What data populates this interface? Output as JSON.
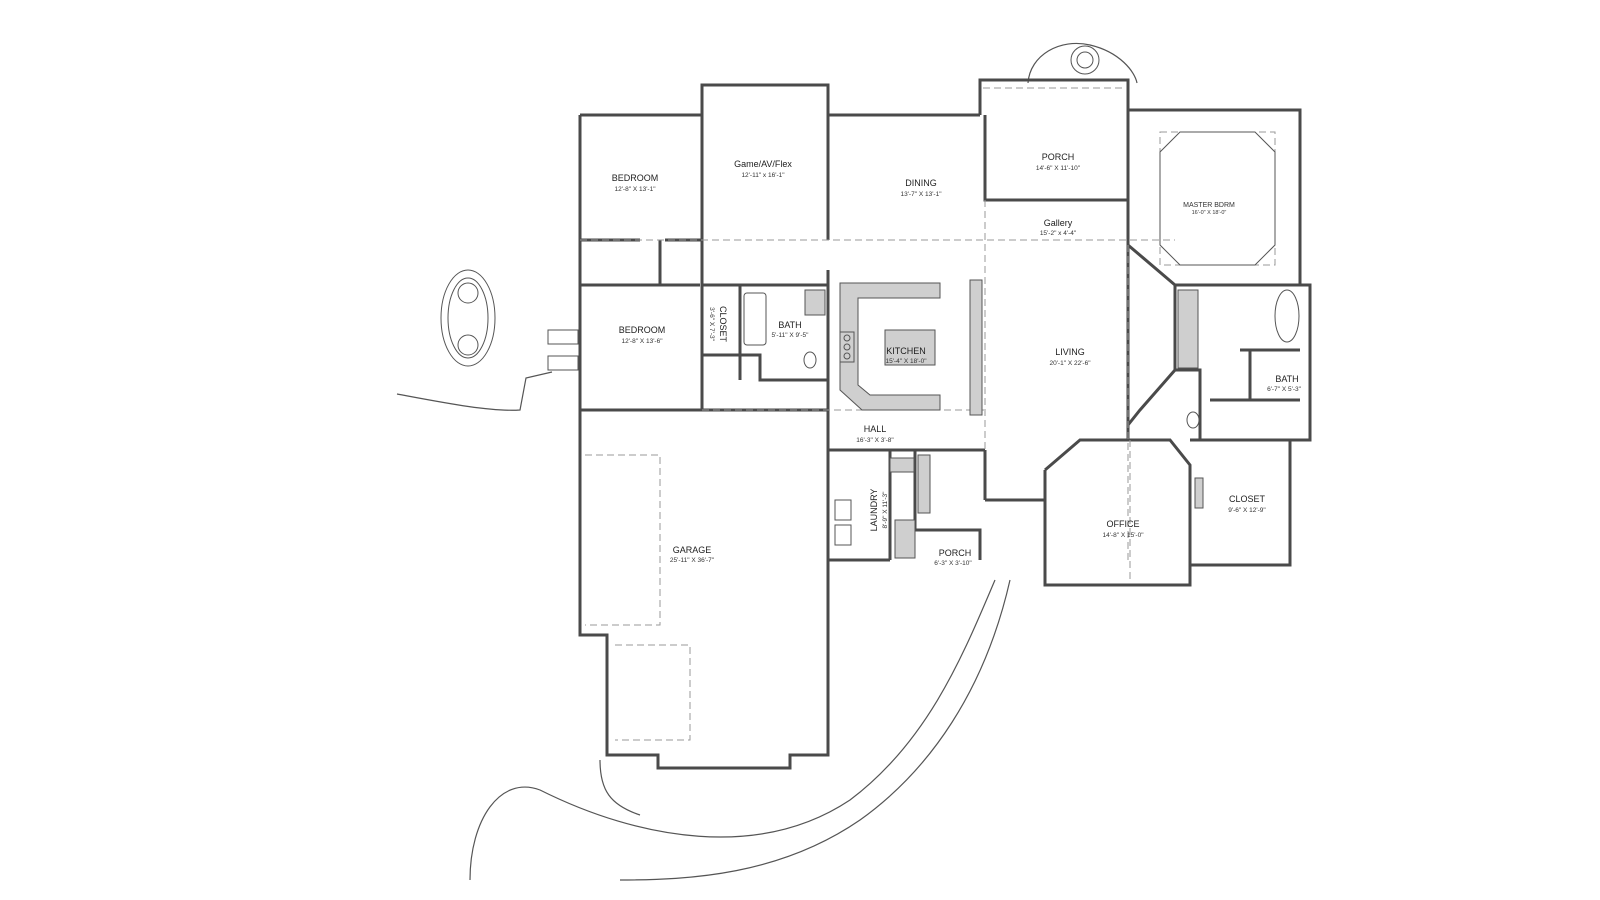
{
  "rooms": {
    "bedroom_1": {
      "name": "BEDROOM",
      "size": "12'-8\" X 13'-1\""
    },
    "game": {
      "name": "Game/AV/Flex",
      "size": "12'-11\" x 16'-1\""
    },
    "dining": {
      "name": "DINING",
      "size": "13'-7\" X 13'-1\""
    },
    "porch_top": {
      "name": "PORCH",
      "size": "14'-6\" X 11'-10\""
    },
    "master": {
      "name": "MASTER BDRM",
      "size": "16'-0\" X 18'-0\""
    },
    "gallery": {
      "name": "Gallery",
      "size": "15'-2\" x 4'-4\""
    },
    "bedroom_2": {
      "name": "BEDROOM",
      "size": "12'-8\" X 13'-6\""
    },
    "closet_small": {
      "name": "CLOSET",
      "size": "3'-6\" X 7'-3\""
    },
    "bath_1": {
      "name": "BATH",
      "size": "5'-11\" X 9'-5\""
    },
    "kitchen": {
      "name": "KITCHEN",
      "size": "15'-4\" X 18'-0\""
    },
    "living": {
      "name": "LIVING",
      "size": "20'-1\" X 22'-6\""
    },
    "bath_2": {
      "name": "BATH",
      "size": "6'-7\" X 5'-3\""
    },
    "hall": {
      "name": "HALL",
      "size": "16'-3\" X 3'-8\""
    },
    "laundry": {
      "name": "LAUNDRY",
      "size": "8'-9\" X 11'-3\""
    },
    "porch_small": {
      "name": "PORCH",
      "size": "6'-3\" X 3'-10\""
    },
    "office": {
      "name": "OFFICE",
      "size": "14'-8\" X 15'-0\""
    },
    "closet_master": {
      "name": "CLOSET",
      "size": "9'-6\" X 12'-9\""
    },
    "garage": {
      "name": "GARAGE",
      "size": "25'-11\" X 36'-7\""
    }
  }
}
